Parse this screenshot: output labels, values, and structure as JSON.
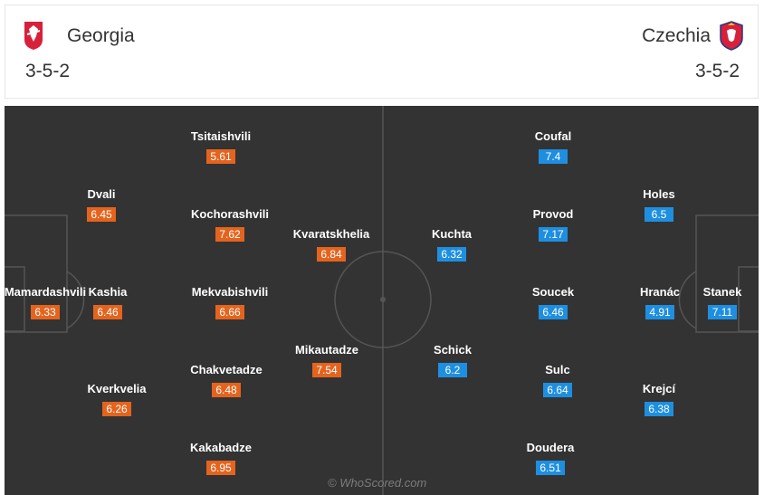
{
  "home": {
    "team": "Georgia",
    "formation": "3-5-2",
    "color": "#e4641e",
    "crest_icon": "georgia-crest-icon",
    "players": [
      {
        "name": "Mamardashvili",
        "rating": "6.33"
      },
      {
        "name": "Dvali",
        "rating": "6.45"
      },
      {
        "name": "Kashia",
        "rating": "6.46"
      },
      {
        "name": "Kverkvelia",
        "rating": "6.26"
      },
      {
        "name": "Tsitaishvili",
        "rating": "5.61"
      },
      {
        "name": "Kochorashvili",
        "rating": "7.62"
      },
      {
        "name": "Mekvabishvili",
        "rating": "6.66"
      },
      {
        "name": "Chakvetadze",
        "rating": "6.48"
      },
      {
        "name": "Kakabadze",
        "rating": "6.95"
      },
      {
        "name": "Kvaratskhelia",
        "rating": "6.84"
      },
      {
        "name": "Mikautadze",
        "rating": "7.54"
      }
    ]
  },
  "away": {
    "team": "Czechia",
    "formation": "3-5-2",
    "color": "#1e8fe0",
    "crest_icon": "czechia-crest-icon",
    "players": [
      {
        "name": "Kuchta",
        "rating": "6.32"
      },
      {
        "name": "Schick",
        "rating": "6.2"
      },
      {
        "name": "Coufal",
        "rating": "7.4"
      },
      {
        "name": "Provod",
        "rating": "7.17"
      },
      {
        "name": "Soucek",
        "rating": "6.46"
      },
      {
        "name": "Sulc",
        "rating": "6.64"
      },
      {
        "name": "Doudera",
        "rating": "6.51"
      },
      {
        "name": "Holes",
        "rating": "6.5"
      },
      {
        "name": "Hranác",
        "rating": "4.91"
      },
      {
        "name": "Krejcí",
        "rating": "6.38"
      },
      {
        "name": "Stanek",
        "rating": "7.11"
      }
    ]
  },
  "pitch": {
    "background": "#333333",
    "line_color": "#555555"
  },
  "watermark": "© WhoScored.com"
}
